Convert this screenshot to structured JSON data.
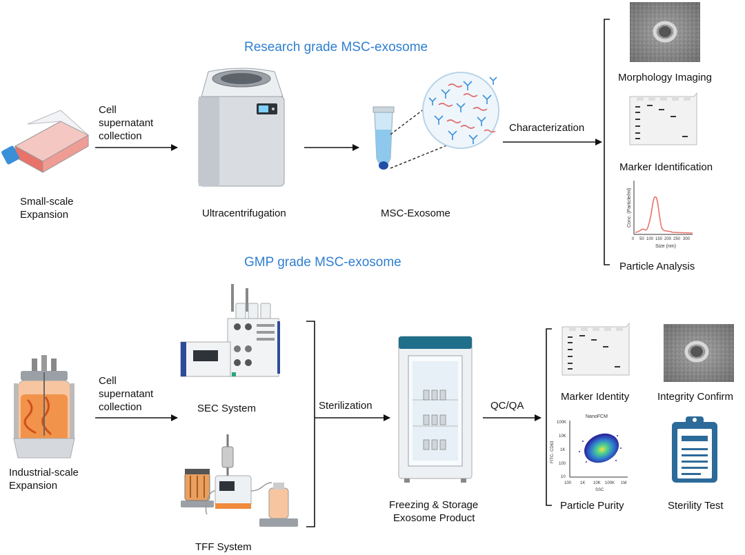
{
  "titles": {
    "research": "Research grade MSC-exosome",
    "gmp": "GMP grade MSC-exosome"
  },
  "research": {
    "flask_label_1": "Small-scale",
    "flask_label_2": "Expansion",
    "arrow1_line1": "Cell",
    "arrow1_line2": "supernatant",
    "arrow1_line3": "collection",
    "centrifuge_label": "Ultracentrifugation",
    "tube_label": "MSC-Exosome",
    "characterization_label": "Characterization",
    "outputs": {
      "morphology": "Morphology Imaging",
      "marker": "Marker Identification",
      "particle": "Particle Analysis"
    },
    "nta_plot": {
      "ylabel": "Conc. (Particle/ml)",
      "xlabel": "Size (nm)",
      "ticks": [
        "0",
        "50",
        "100",
        "150",
        "200",
        "250",
        "300"
      ]
    }
  },
  "gmp": {
    "bioreactor_label_1": "Industrial-scale",
    "bioreactor_label_2": "Expansion",
    "arrow1_line1": "Cell",
    "arrow1_line2": "supernatant",
    "arrow1_line3": "collection",
    "sec_label": "SEC System",
    "tff_label": "TFF System",
    "sterilization_label": "Sterilization",
    "freezer_label_1": "Freezing & Storage",
    "freezer_label_2": "Exosome Product",
    "qc_label": "QC/QA",
    "outputs": {
      "marker": "Marker Identity",
      "integrity": "Integrity Confirm",
      "purity": "Particle Purity",
      "sterility": "Sterility Test"
    },
    "flow_plot": {
      "title": "NanoFCM",
      "ylabel": "FITC- CD63",
      "xlabel": "SSC",
      "xticks": [
        "100",
        "1K",
        "10K",
        "100K",
        "1M"
      ],
      "yticks": [
        "100K",
        "10K",
        "1K",
        "100",
        "10"
      ]
    }
  },
  "colors": {
    "title_blue": "#2f7fd0",
    "medium_red": "#e8736a",
    "culture_orange": "#f08a3c",
    "freezer_teal": "#1f6f8b",
    "clipboard_blue": "#2c6a9a"
  }
}
